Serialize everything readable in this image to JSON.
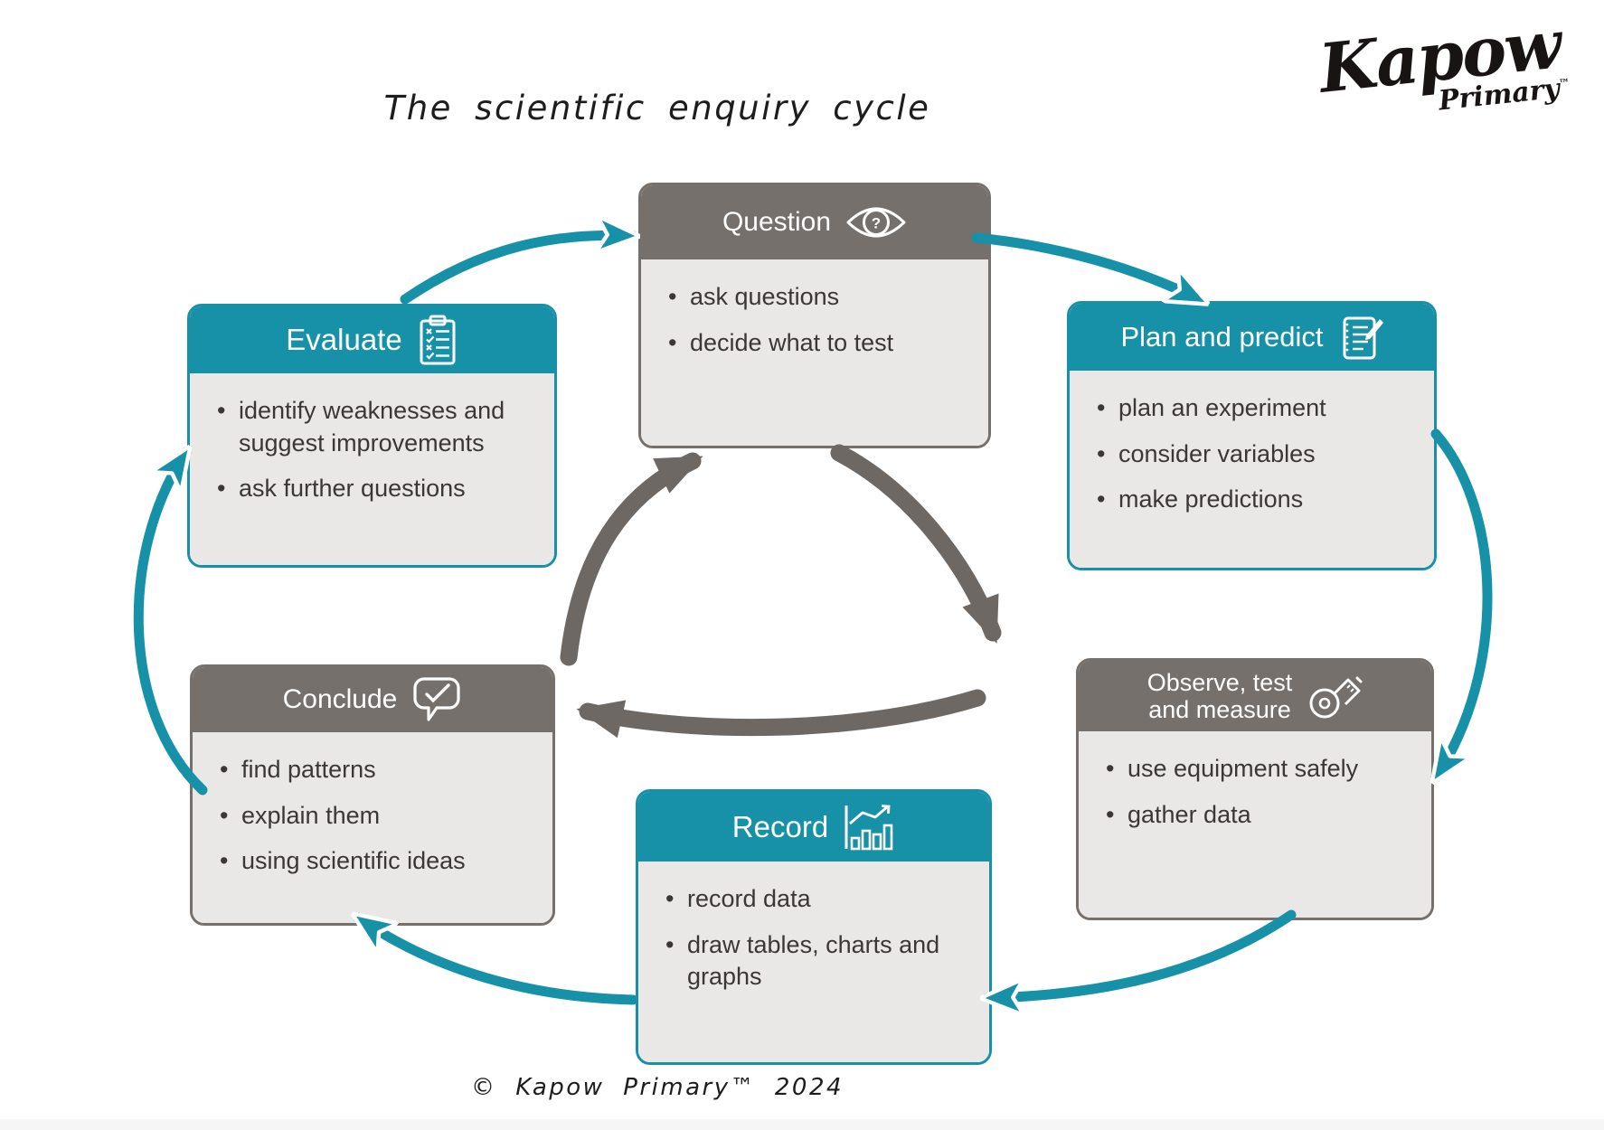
{
  "page": {
    "title": "The scientific enquiry cycle",
    "copyright": "© Kapow Primary™ 2024"
  },
  "logo": {
    "name": "Kapow",
    "subname": "Primary",
    "trademark": "™"
  },
  "colors": {
    "teal_accent": "#1791a7",
    "gray_accent": "#75706c",
    "box_body_bg": "#e9e8e7",
    "inner_arrow_gray": "#6e6864",
    "body_text": "#3b3734"
  },
  "boxes": {
    "question": {
      "title": "Question",
      "icon": "eye-question-icon",
      "accent": "gray",
      "bullets": [
        "ask questions",
        "decide what to test"
      ]
    },
    "plan": {
      "title": "Plan and predict",
      "icon": "notepad-pencil-icon",
      "accent": "teal",
      "bullets": [
        "plan an experiment",
        "consider variables",
        "make predictions"
      ]
    },
    "observe": {
      "title": "Observe, test\nand measure",
      "icon": "tape-measure-icon",
      "accent": "gray",
      "bullets": [
        "use equipment safely",
        "gather data"
      ]
    },
    "record": {
      "title": "Record",
      "icon": "bar-chart-icon",
      "accent": "teal",
      "bullets": [
        "record data",
        "draw tables, charts and graphs"
      ]
    },
    "conclude": {
      "title": "Conclude",
      "icon": "speech-check-icon",
      "accent": "gray",
      "bullets": [
        "find patterns",
        "explain them",
        "using scientific ideas"
      ]
    },
    "evaluate": {
      "title": "Evaluate",
      "icon": "clipboard-checklist-icon",
      "accent": "teal",
      "bullets": [
        "identify weaknesses and suggest improvements",
        "ask further questions"
      ]
    }
  }
}
